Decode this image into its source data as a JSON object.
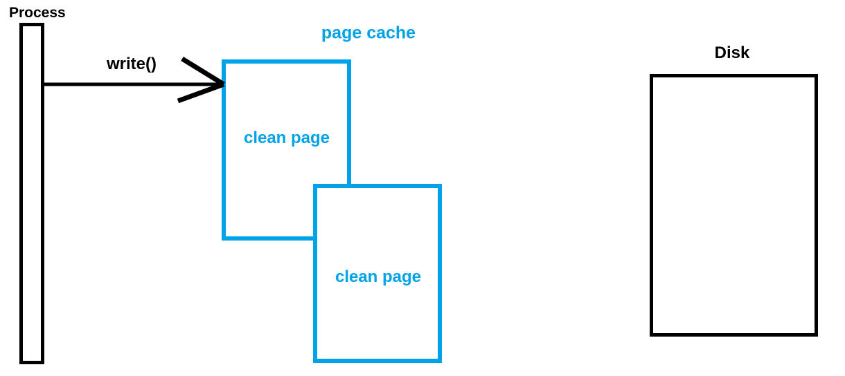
{
  "colors": {
    "blue": "#00A2E8",
    "black": "#000000"
  },
  "process": {
    "label": "Process"
  },
  "write_call": {
    "label": "write()"
  },
  "page_cache": {
    "label": "page cache",
    "pages": [
      {
        "label": "clean page"
      },
      {
        "label": "clean page"
      }
    ]
  },
  "disk": {
    "label": "Disk"
  }
}
